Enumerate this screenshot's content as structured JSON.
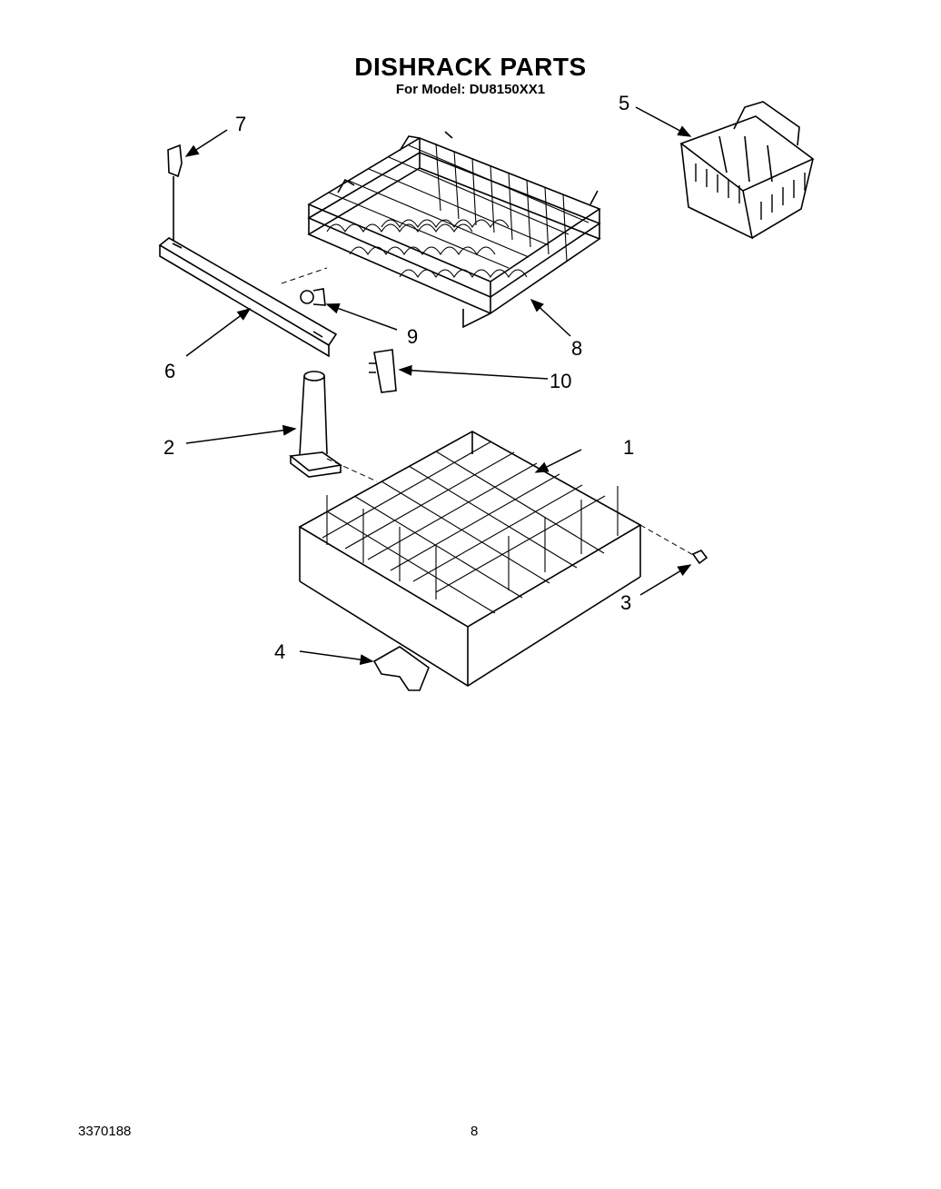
{
  "header": {
    "title": "DISHRACK PARTS",
    "subtitle": "For Model: DU8150XX1"
  },
  "footer": {
    "doc_number": "3370188",
    "page_number": "8"
  },
  "callouts": [
    {
      "key": "1",
      "label": "1",
      "part": "lower dishrack"
    },
    {
      "key": "2",
      "label": "2",
      "part": "rack support tube"
    },
    {
      "key": "3",
      "label": "3",
      "part": "rack stop"
    },
    {
      "key": "4",
      "label": "4",
      "part": "rack wheel"
    },
    {
      "key": "5",
      "label": "5",
      "part": "silverware basket"
    },
    {
      "key": "6",
      "label": "6",
      "part": "track"
    },
    {
      "key": "7",
      "label": "7",
      "part": "track stop"
    },
    {
      "key": "8",
      "label": "8",
      "part": "upper dishrack"
    },
    {
      "key": "9",
      "label": "9",
      "part": "rack wheel"
    },
    {
      "key": "10",
      "label": "10",
      "part": "end cap"
    }
  ]
}
